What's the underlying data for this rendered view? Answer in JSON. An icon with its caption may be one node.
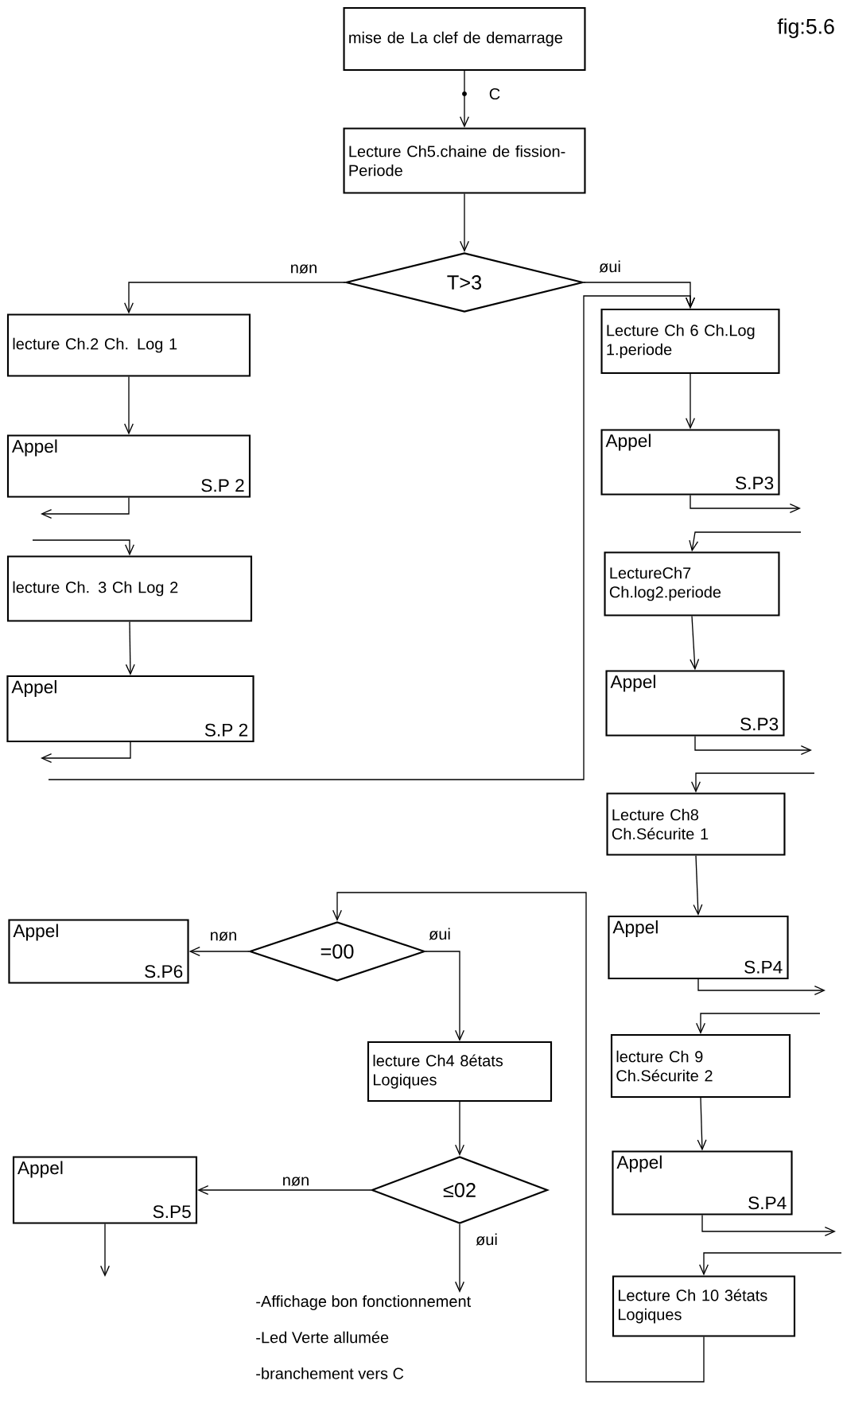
{
  "diagram": {
    "nodes": [
      {
        "text": [
          "mise de La clef de demarrage"
        ]
      },
      {
        "text": [
          "Lecture Ch5.chaine de fission-Periode"
        ]
      },
      {
        "text": [
          "T>3"
        ]
      },
      {
        "text": [
          "lecture Ch.2 Ch. Log 1"
        ]
      },
      {
        "text": [
          "Appel",
          "S.P 2"
        ]
      },
      {
        "text": [
          "lecture Ch. 3 Ch Log 2"
        ]
      },
      {
        "text": [
          "Appel",
          "S.P 2"
        ]
      },
      {
        "text": [
          "Lecture Ch 6 Ch.Log 1.periode"
        ]
      },
      {
        "text": [
          "Appel",
          "S.P3"
        ]
      },
      {
        "text": [
          "LectureCh7 Ch.log2.periode"
        ]
      },
      {
        "text": [
          "Appel",
          "S.P3"
        ]
      },
      {
        "text": [
          "Lecture Ch8 Ch.Sécurite 1"
        ]
      },
      {
        "text": [
          "Appel",
          "S.P4"
        ]
      },
      {
        "text": [
          "lecture Ch 9 Ch.Sécurite 2"
        ]
      },
      {
        "text": [
          "Appel",
          "S.P4"
        ]
      },
      {
        "text": [
          "Lecture Ch 10 3états Logiques"
        ]
      },
      {
        "text": [
          "=00"
        ]
      },
      {
        "text": [
          "Appel",
          "S.P6"
        ]
      },
      {
        "text": [
          "lecture Ch4 8états Logiques"
        ]
      },
      {
        "text": [
          "≤02"
        ]
      },
      {
        "text": [
          "Appel",
          "S.P5"
        ]
      },
      {
        "text": [
          "-Affichage bon fonctionnement",
          "-Led Verte allumée",
          "-branchement vers C"
        ]
      }
    ],
    "edges": [
      {
        "from": 0,
        "to": 1,
        "arrow": "to",
        "label": "C"
      },
      {
        "from": 1,
        "to": 2,
        "arrow": "to"
      },
      {
        "from": 2,
        "to": 3,
        "arrow": "to",
        "label": "nøn"
      },
      {
        "from": 2,
        "to": 7,
        "arrow": "to",
        "label": "øui"
      },
      {
        "from": 3,
        "to": 4,
        "arrow": "to"
      },
      {
        "from": 4,
        "to": null,
        "arrow": "to"
      },
      {
        "from": null,
        "to": 5,
        "arrow": "to"
      },
      {
        "from": 5,
        "to": 6,
        "arrow": "to"
      },
      {
        "from": 6,
        "to": null,
        "arrow": "to"
      },
      {
        "from": null,
        "to": 7,
        "arrow": "to"
      },
      {
        "from": 7,
        "to": 8,
        "arrow": "to"
      },
      {
        "from": 8,
        "to": null,
        "arrow": "to"
      },
      {
        "from": null,
        "to": 9,
        "arrow": "to"
      },
      {
        "from": 9,
        "to": 10,
        "arrow": "to"
      },
      {
        "from": 10,
        "to": null,
        "arrow": "to"
      },
      {
        "from": null,
        "to": 11,
        "arrow": "to"
      },
      {
        "from": 11,
        "to": 12,
        "arrow": "to"
      },
      {
        "from": 12,
        "to": null,
        "arrow": "to"
      },
      {
        "from": null,
        "to": 13,
        "arrow": "to"
      },
      {
        "from": 13,
        "to": 14,
        "arrow": "to"
      },
      {
        "from": 14,
        "to": null,
        "arrow": "to"
      },
      {
        "from": null,
        "to": 15,
        "arrow": "to"
      },
      {
        "from": 15,
        "to": 16,
        "arrow": "to"
      },
      {
        "from": 16,
        "to": 17,
        "arrow": "to",
        "label": "nøn"
      },
      {
        "from": 16,
        "to": 18,
        "arrow": "to",
        "label": "øui"
      },
      {
        "from": 18,
        "to": 19,
        "arrow": "to"
      },
      {
        "from": 19,
        "to": 20,
        "arrow": "to",
        "label": "nøn"
      },
      {
        "from": 19,
        "to": 21,
        "arrow": "to",
        "label": "øui"
      },
      {
        "from": 20,
        "to": null,
        "arrow": "to"
      }
    ],
    "labels": [
      "fig:5.6"
    ]
  }
}
